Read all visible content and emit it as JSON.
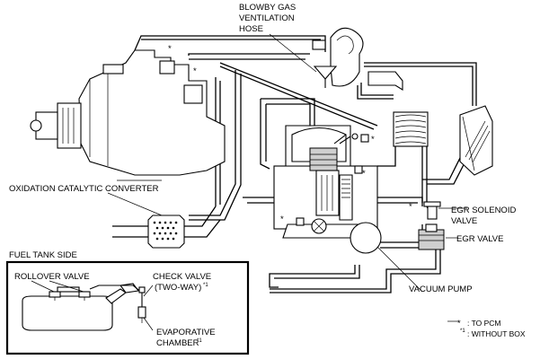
{
  "labels": {
    "blowby_line1": "BLOWBY GAS",
    "blowby_line2": "VENTILATION",
    "blowby_line3": "HOSE",
    "oxidation": "OXIDATION CATALYTIC CONVERTER",
    "egr_solenoid_line1": "EGR SOLENOID",
    "egr_solenoid_line2": "VALVE",
    "egr_valve": "EGR VALVE",
    "vacuum_pump": "VACUUM PUMP",
    "fuel_tank_side": "FUEL TANK SIDE",
    "rollover_valve": "ROLLOVER VALVE",
    "check_valve_line1": "CHECK VALVE",
    "check_valve_line2": "(TWO-WAY)",
    "check_valve_sup": "*1",
    "evap_line1": "EVAPORATIVE",
    "evap_line2": "CHAMBER",
    "evap_sup": "*1"
  },
  "legend": {
    "to_pcm": ": TO PCM",
    "without_box_mark": "*1",
    "without_box": ": WITHOUT BOX"
  },
  "asterisk": "*"
}
